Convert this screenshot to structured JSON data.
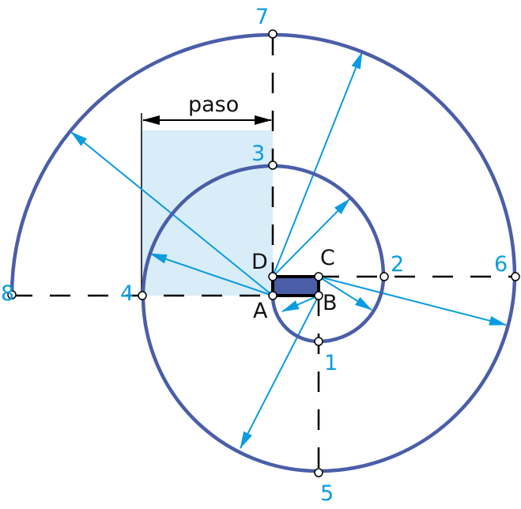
{
  "labels": {
    "pitch": "paso",
    "points": [
      "1",
      "2",
      "3",
      "4",
      "5",
      "6",
      "7",
      "8"
    ],
    "corners": {
      "A": "A",
      "B": "B",
      "C": "C",
      "D": "D"
    }
  },
  "colors": {
    "spiral": "#4a5ea8",
    "rays": "#0a9be0",
    "pitch_area": "#d8edf8",
    "square_fill": "#4a5ea8"
  }
}
